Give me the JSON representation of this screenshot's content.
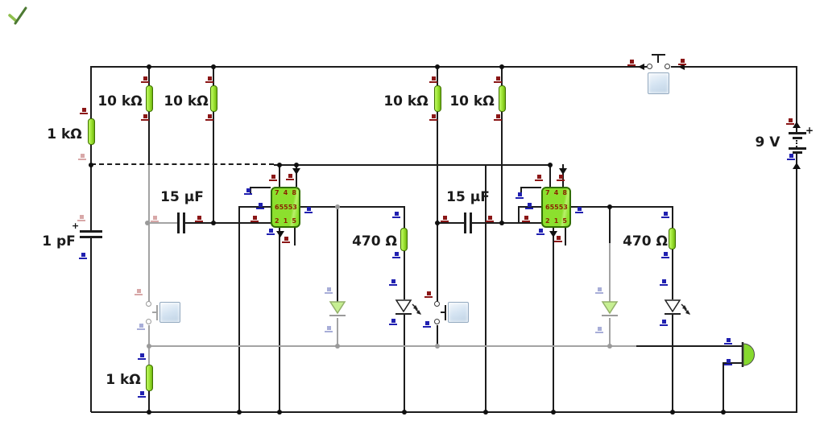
{
  "app": {
    "cursor_icon": "green-check-cursor"
  },
  "components": {
    "r1k_top": {
      "label": "1 kΩ"
    },
    "r10k_1": {
      "label": "10 kΩ"
    },
    "r10k_2": {
      "label": "10 kΩ"
    },
    "r10k_3": {
      "label": "10 kΩ"
    },
    "r10k_4": {
      "label": "10 kΩ"
    },
    "r470_1": {
      "label": "470 Ω"
    },
    "r470_2": {
      "label": "470 Ω"
    },
    "r1k_bottom": {
      "label": "1 kΩ"
    },
    "cap_1pf": {
      "label": "1 pF",
      "polarity": "+"
    },
    "cap_15uf_1": {
      "label": "15 µF"
    },
    "cap_15uf_2": {
      "label": "15 µF"
    },
    "battery": {
      "label": "9 V",
      "polarity": "+"
    },
    "ic555": {
      "pins": [
        "7",
        "4",
        "8",
        "6",
        "555",
        "3",
        "2",
        "1",
        "5"
      ]
    }
  },
  "colors": {
    "bg": "#ffffff",
    "wire": "#1c1c1c",
    "wire-inactive": "#a3a3a3",
    "res-fill": "#96dd2b",
    "res-border": "#3f7000",
    "ic-fill": "#8ce02e",
    "ic-border": "#2f6d00",
    "ic-pin": "#8a2500",
    "led-on": "#c6ef92",
    "pad-fill": "#d5e4f2",
    "pad-border": "#93a9bf",
    "speaker-green": "#86d92e",
    "marker-red": "#8b1717",
    "marker-blue": "#2020b0",
    "marker-red-faded": "#d8a8a8",
    "marker-blue-faded": "#a8aed8"
  }
}
